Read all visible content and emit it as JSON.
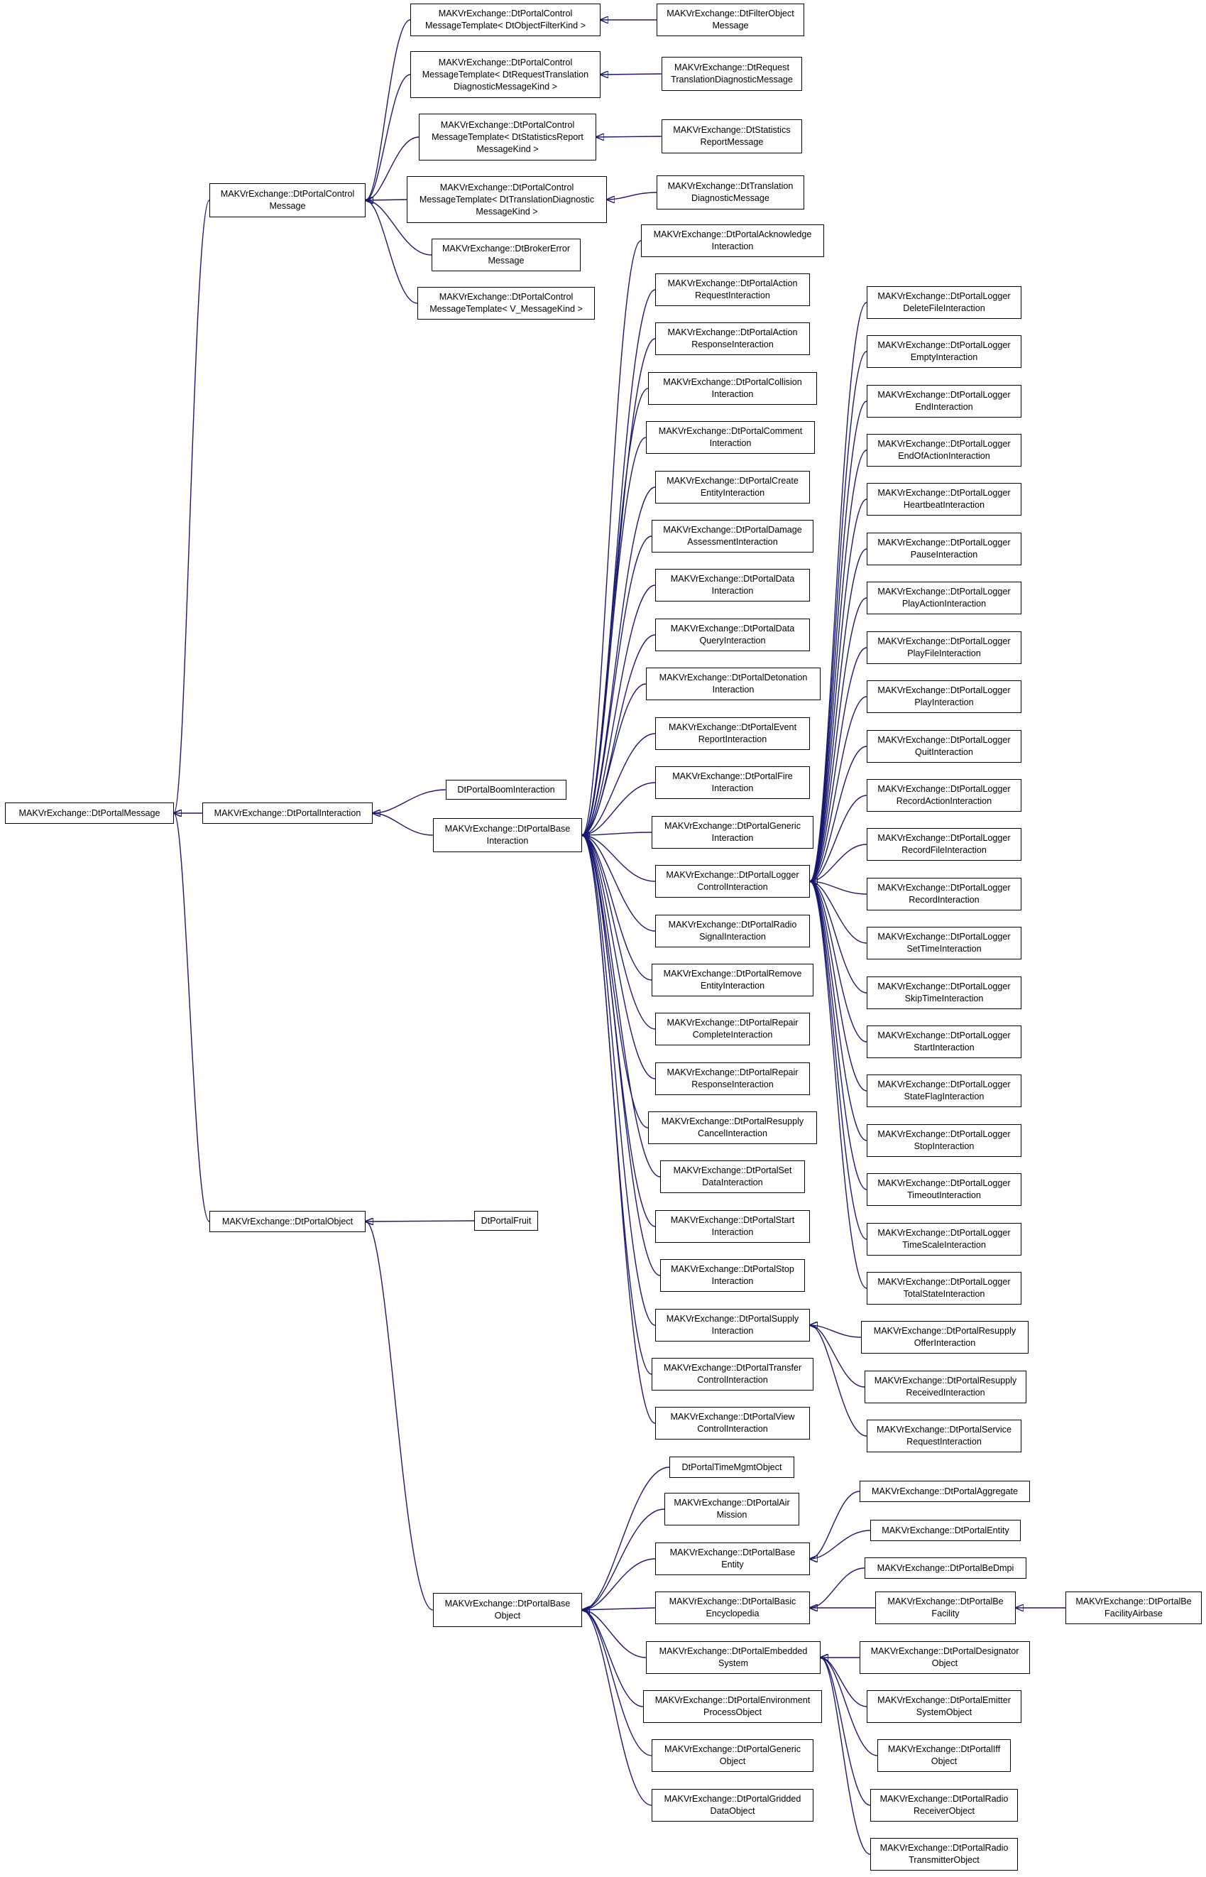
{
  "nodes": [
    {
      "id": "msg",
      "label": "MAKVrExchange::DtPortalMessage"
    },
    {
      "id": "ctrl",
      "label": "MAKVrExchange::DtPortalControl\nMessage"
    },
    {
      "id": "inter",
      "label": "MAKVrExchange::DtPortalInteraction"
    },
    {
      "id": "obj",
      "label": "MAKVrExchange::DtPortalObject"
    },
    {
      "id": "tplFilter",
      "label": "MAKVrExchange::DtPortalControl\nMessageTemplate< DtObjectFilterKind >"
    },
    {
      "id": "tplReqTrans",
      "label": "MAKVrExchange::DtPortalControl\nMessageTemplate< DtRequestTranslation\nDiagnosticMessageKind >"
    },
    {
      "id": "tplStats",
      "label": "MAKVrExchange::DtPortalControl\nMessageTemplate< DtStatisticsReport\nMessageKind >"
    },
    {
      "id": "tplTrans",
      "label": "MAKVrExchange::DtPortalControl\nMessageTemplate< DtTranslationDiagnostic\nMessageKind >"
    },
    {
      "id": "brokerErr",
      "label": "MAKVrExchange::DtBrokerError\nMessage"
    },
    {
      "id": "tplV",
      "label": "MAKVrExchange::DtPortalControl\nMessageTemplate< V_MessageKind >"
    },
    {
      "id": "filterMsg",
      "label": "MAKVrExchange::DtFilterObject\nMessage"
    },
    {
      "id": "reqTransMsg",
      "label": "MAKVrExchange::DtRequest\nTranslationDiagnosticMessage"
    },
    {
      "id": "statsMsg",
      "label": "MAKVrExchange::DtStatistics\nReportMessage"
    },
    {
      "id": "transMsg",
      "label": "MAKVrExchange::DtTranslation\nDiagnosticMessage"
    },
    {
      "id": "boom",
      "label": "DtPortalBoomInteraction"
    },
    {
      "id": "baseInter",
      "label": "MAKVrExchange::DtPortalBase\nInteraction"
    },
    {
      "id": "fruit",
      "label": "DtPortalFruit"
    },
    {
      "id": "baseObj",
      "label": "MAKVrExchange::DtPortalBase\nObject"
    },
    {
      "id": "i_ack",
      "label": "MAKVrExchange::DtPortalAcknowledge\nInteraction"
    },
    {
      "id": "i_actReq",
      "label": "MAKVrExchange::DtPortalAction\nRequestInteraction"
    },
    {
      "id": "i_actResp",
      "label": "MAKVrExchange::DtPortalAction\nResponseInteraction"
    },
    {
      "id": "i_coll",
      "label": "MAKVrExchange::DtPortalCollision\nInteraction"
    },
    {
      "id": "i_comm",
      "label": "MAKVrExchange::DtPortalComment\nInteraction"
    },
    {
      "id": "i_create",
      "label": "MAKVrExchange::DtPortalCreate\nEntityInteraction"
    },
    {
      "id": "i_damage",
      "label": "MAKVrExchange::DtPortalDamage\nAssessmentInteraction"
    },
    {
      "id": "i_data",
      "label": "MAKVrExchange::DtPortalData\nInteraction"
    },
    {
      "id": "i_dataQ",
      "label": "MAKVrExchange::DtPortalData\nQueryInteraction"
    },
    {
      "id": "i_deton",
      "label": "MAKVrExchange::DtPortalDetonation\nInteraction"
    },
    {
      "id": "i_event",
      "label": "MAKVrExchange::DtPortalEvent\nReportInteraction"
    },
    {
      "id": "i_fire",
      "label": "MAKVrExchange::DtPortalFire\nInteraction"
    },
    {
      "id": "i_generic",
      "label": "MAKVrExchange::DtPortalGeneric\nInteraction"
    },
    {
      "id": "i_logger",
      "label": "MAKVrExchange::DtPortalLogger\nControlInteraction"
    },
    {
      "id": "i_radio",
      "label": "MAKVrExchange::DtPortalRadio\nSignalInteraction"
    },
    {
      "id": "i_remove",
      "label": "MAKVrExchange::DtPortalRemove\nEntityInteraction"
    },
    {
      "id": "i_repComp",
      "label": "MAKVrExchange::DtPortalRepair\nCompleteInteraction"
    },
    {
      "id": "i_repResp",
      "label": "MAKVrExchange::DtPortalRepair\nResponseInteraction"
    },
    {
      "id": "i_resCancel",
      "label": "MAKVrExchange::DtPortalResupply\nCancelInteraction"
    },
    {
      "id": "i_setData",
      "label": "MAKVrExchange::DtPortalSet\nDataInteraction"
    },
    {
      "id": "i_start",
      "label": "MAKVrExchange::DtPortalStart\nInteraction"
    },
    {
      "id": "i_stop",
      "label": "MAKVrExchange::DtPortalStop\nInteraction"
    },
    {
      "id": "i_supply",
      "label": "MAKVrExchange::DtPortalSupply\nInteraction"
    },
    {
      "id": "i_transfer",
      "label": "MAKVrExchange::DtPortalTransfer\nControlInteraction"
    },
    {
      "id": "i_view",
      "label": "MAKVrExchange::DtPortalView\nControlInteraction"
    },
    {
      "id": "l_delete",
      "label": "MAKVrExchange::DtPortalLogger\nDeleteFileInteraction"
    },
    {
      "id": "l_empty",
      "label": "MAKVrExchange::DtPortalLogger\nEmptyInteraction"
    },
    {
      "id": "l_end",
      "label": "MAKVrExchange::DtPortalLogger\nEndInteraction"
    },
    {
      "id": "l_endAct",
      "label": "MAKVrExchange::DtPortalLogger\nEndOfActionInteraction"
    },
    {
      "id": "l_heart",
      "label": "MAKVrExchange::DtPortalLogger\nHeartbeatInteraction"
    },
    {
      "id": "l_pause",
      "label": "MAKVrExchange::DtPortalLogger\nPauseInteraction"
    },
    {
      "id": "l_playAct",
      "label": "MAKVrExchange::DtPortalLogger\nPlayActionInteraction"
    },
    {
      "id": "l_playFile",
      "label": "MAKVrExchange::DtPortalLogger\nPlayFileInteraction"
    },
    {
      "id": "l_play",
      "label": "MAKVrExchange::DtPortalLogger\nPlayInteraction"
    },
    {
      "id": "l_quit",
      "label": "MAKVrExchange::DtPortalLogger\nQuitInteraction"
    },
    {
      "id": "l_recAct",
      "label": "MAKVrExchange::DtPortalLogger\nRecordActionInteraction"
    },
    {
      "id": "l_recFile",
      "label": "MAKVrExchange::DtPortalLogger\nRecordFileInteraction"
    },
    {
      "id": "l_rec",
      "label": "MAKVrExchange::DtPortalLogger\nRecordInteraction"
    },
    {
      "id": "l_setTime",
      "label": "MAKVrExchange::DtPortalLogger\nSetTimeInteraction"
    },
    {
      "id": "l_skip",
      "label": "MAKVrExchange::DtPortalLogger\nSkipTimeInteraction"
    },
    {
      "id": "l_start",
      "label": "MAKVrExchange::DtPortalLogger\nStartInteraction"
    },
    {
      "id": "l_stateFlag",
      "label": "MAKVrExchange::DtPortalLogger\nStateFlagInteraction"
    },
    {
      "id": "l_stop",
      "label": "MAKVrExchange::DtPortalLogger\nStopInteraction"
    },
    {
      "id": "l_timeout",
      "label": "MAKVrExchange::DtPortalLogger\nTimeoutInteraction"
    },
    {
      "id": "l_timeScale",
      "label": "MAKVrExchange::DtPortalLogger\nTimeScaleInteraction"
    },
    {
      "id": "l_total",
      "label": "MAKVrExchange::DtPortalLogger\nTotalStateInteraction"
    },
    {
      "id": "s_offer",
      "label": "MAKVrExchange::DtPortalResupply\nOfferInteraction"
    },
    {
      "id": "s_received",
      "label": "MAKVrExchange::DtPortalResupply\nReceivedInteraction"
    },
    {
      "id": "s_service",
      "label": "MAKVrExchange::DtPortalService\nRequestInteraction"
    },
    {
      "id": "o_timeMgmt",
      "label": "DtPortalTimeMgmtObject"
    },
    {
      "id": "o_air",
      "label": "MAKVrExchange::DtPortalAir\nMission"
    },
    {
      "id": "o_baseEnt",
      "label": "MAKVrExchange::DtPortalBase\nEntity"
    },
    {
      "id": "o_encyc",
      "label": "MAKVrExchange::DtPortalBasic\nEncyclopedia"
    },
    {
      "id": "o_embedded",
      "label": "MAKVrExchange::DtPortalEmbedded\nSystem"
    },
    {
      "id": "o_envProc",
      "label": "MAKVrExchange::DtPortalEnvironment\nProcessObject"
    },
    {
      "id": "o_generic",
      "label": "MAKVrExchange::DtPortalGeneric\nObject"
    },
    {
      "id": "o_gridded",
      "label": "MAKVrExchange::DtPortalGridded\nDataObject"
    },
    {
      "id": "o_aggregate",
      "label": "MAKVrExchange::DtPortalAggregate"
    },
    {
      "id": "o_entity",
      "label": "MAKVrExchange::DtPortalEntity"
    },
    {
      "id": "o_beDmpi",
      "label": "MAKVrExchange::DtPortalBeDmpi"
    },
    {
      "id": "o_beFac",
      "label": "MAKVrExchange::DtPortalBe\nFacility"
    },
    {
      "id": "o_beFacAir",
      "label": "MAKVrExchange::DtPortalBe\nFacilityAirbase"
    },
    {
      "id": "o_designator",
      "label": "MAKVrExchange::DtPortalDesignator\nObject"
    },
    {
      "id": "o_emitter",
      "label": "MAKVrExchange::DtPortalEmitter\nSystemObject"
    },
    {
      "id": "o_iff",
      "label": "MAKVrExchange::DtPortalIff\nObject"
    },
    {
      "id": "o_radioRecv",
      "label": "MAKVrExchange::DtPortalRadio\nReceiverObject"
    },
    {
      "id": "o_radioTrans",
      "label": "MAKVrExchange::DtPortalRadio\nTransmitterObject"
    }
  ],
  "edges": [
    [
      "ctrl",
      "msg"
    ],
    [
      "inter",
      "msg"
    ],
    [
      "obj",
      "msg"
    ],
    [
      "tplFilter",
      "ctrl"
    ],
    [
      "tplReqTrans",
      "ctrl"
    ],
    [
      "tplStats",
      "ctrl"
    ],
    [
      "tplTrans",
      "ctrl"
    ],
    [
      "brokerErr",
      "ctrl"
    ],
    [
      "tplV",
      "ctrl"
    ],
    [
      "filterMsg",
      "tplFilter"
    ],
    [
      "reqTransMsg",
      "tplReqTrans"
    ],
    [
      "statsMsg",
      "tplStats"
    ],
    [
      "transMsg",
      "tplTrans"
    ],
    [
      "boom",
      "inter"
    ],
    [
      "baseInter",
      "inter"
    ],
    [
      "fruit",
      "obj"
    ],
    [
      "baseObj",
      "obj"
    ],
    [
      "i_ack",
      "baseInter"
    ],
    [
      "i_actReq",
      "baseInter"
    ],
    [
      "i_actResp",
      "baseInter"
    ],
    [
      "i_coll",
      "baseInter"
    ],
    [
      "i_comm",
      "baseInter"
    ],
    [
      "i_create",
      "baseInter"
    ],
    [
      "i_damage",
      "baseInter"
    ],
    [
      "i_data",
      "baseInter"
    ],
    [
      "i_dataQ",
      "baseInter"
    ],
    [
      "i_deton",
      "baseInter"
    ],
    [
      "i_event",
      "baseInter"
    ],
    [
      "i_fire",
      "baseInter"
    ],
    [
      "i_generic",
      "baseInter"
    ],
    [
      "i_logger",
      "baseInter"
    ],
    [
      "i_radio",
      "baseInter"
    ],
    [
      "i_remove",
      "baseInter"
    ],
    [
      "i_repComp",
      "baseInter"
    ],
    [
      "i_repResp",
      "baseInter"
    ],
    [
      "i_resCancel",
      "baseInter"
    ],
    [
      "i_setData",
      "baseInter"
    ],
    [
      "i_start",
      "baseInter"
    ],
    [
      "i_stop",
      "baseInter"
    ],
    [
      "i_supply",
      "baseInter"
    ],
    [
      "i_transfer",
      "baseInter"
    ],
    [
      "i_view",
      "baseInter"
    ],
    [
      "l_delete",
      "i_logger"
    ],
    [
      "l_empty",
      "i_logger"
    ],
    [
      "l_end",
      "i_logger"
    ],
    [
      "l_endAct",
      "i_logger"
    ],
    [
      "l_heart",
      "i_logger"
    ],
    [
      "l_pause",
      "i_logger"
    ],
    [
      "l_playAct",
      "i_logger"
    ],
    [
      "l_playFile",
      "i_logger"
    ],
    [
      "l_play",
      "i_logger"
    ],
    [
      "l_quit",
      "i_logger"
    ],
    [
      "l_recAct",
      "i_logger"
    ],
    [
      "l_recFile",
      "i_logger"
    ],
    [
      "l_rec",
      "i_logger"
    ],
    [
      "l_setTime",
      "i_logger"
    ],
    [
      "l_skip",
      "i_logger"
    ],
    [
      "l_start",
      "i_logger"
    ],
    [
      "l_stateFlag",
      "i_logger"
    ],
    [
      "l_stop",
      "i_logger"
    ],
    [
      "l_timeout",
      "i_logger"
    ],
    [
      "l_timeScale",
      "i_logger"
    ],
    [
      "l_total",
      "i_logger"
    ],
    [
      "s_offer",
      "i_supply"
    ],
    [
      "s_received",
      "i_supply"
    ],
    [
      "s_service",
      "i_supply"
    ],
    [
      "o_timeMgmt",
      "baseObj"
    ],
    [
      "o_air",
      "baseObj"
    ],
    [
      "o_baseEnt",
      "baseObj"
    ],
    [
      "o_encyc",
      "baseObj"
    ],
    [
      "o_embedded",
      "baseObj"
    ],
    [
      "o_envProc",
      "baseObj"
    ],
    [
      "o_generic",
      "baseObj"
    ],
    [
      "o_gridded",
      "baseObj"
    ],
    [
      "o_aggregate",
      "o_baseEnt"
    ],
    [
      "o_entity",
      "o_baseEnt"
    ],
    [
      "o_beDmpi",
      "o_encyc"
    ],
    [
      "o_beFac",
      "o_encyc"
    ],
    [
      "o_beFacAir",
      "o_beFac"
    ],
    [
      "o_designator",
      "o_embedded"
    ],
    [
      "o_emitter",
      "o_embedded"
    ],
    [
      "o_iff",
      "o_embedded"
    ],
    [
      "o_radioRecv",
      "o_embedded"
    ],
    [
      "o_radioTrans",
      "o_embedded"
    ]
  ],
  "colors": {
    "edge": "#191970",
    "border": "#000000",
    "background": "#ffffff"
  }
}
